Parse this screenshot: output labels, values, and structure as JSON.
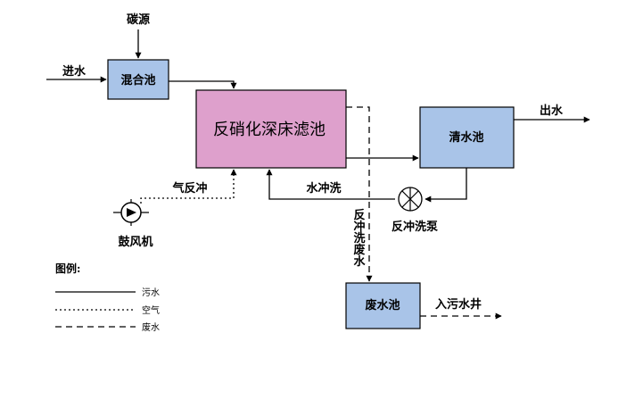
{
  "nodes": {
    "mixing_tank": "混合池",
    "denitrification_filter": "反硝化深床滤池",
    "clear_water_tank": "清水池",
    "waste_water_tank": "废水池"
  },
  "labels": {
    "carbon_source": "碳源",
    "water_inlet": "进水",
    "water_outlet": "出水",
    "air_backwash": "气反冲",
    "water_backwash": "水冲洗",
    "backwash_waste_water": "反冲洗废水",
    "blower": "鼓风机",
    "backwash_pump": "反冲洗泵",
    "to_sewage_well": "入污水井"
  },
  "legend": {
    "title": "图例:",
    "items": [
      {
        "style": "solid",
        "label": "污水"
      },
      {
        "style": "dotted",
        "label": "空气"
      },
      {
        "style": "dashed",
        "label": "废水"
      }
    ]
  },
  "colors": {
    "mixing_tank": "#a9c4e8",
    "filter": "#dea0cc",
    "clear_water_tank": "#a9c4e8",
    "waste_water_tank": "#a9c4e8",
    "border": "#000000",
    "line": "#000000"
  }
}
